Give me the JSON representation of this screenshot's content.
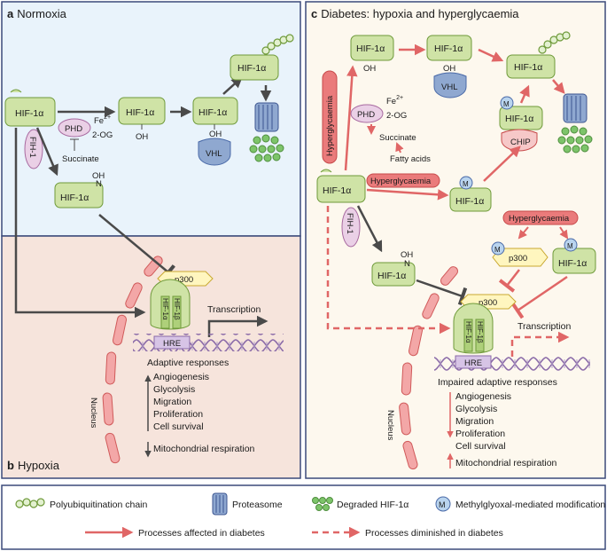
{
  "panels": {
    "a": {
      "letter": "a",
      "title": "Normoxia"
    },
    "b": {
      "letter": "b",
      "title": "Hypoxia"
    },
    "c": {
      "letter": "c",
      "title": "Diabetes: hypoxia and hyperglycaemia"
    }
  },
  "labels": {
    "hif1a": "HIF-1α",
    "hif1b": "HIF-1β",
    "oh": "OH",
    "n": "N",
    "phd": "PHD",
    "fe": "Fe",
    "fe_sup": "2+",
    "og": "2-OG",
    "succinate": "Succinate",
    "vhl": "VHL",
    "fih": "FIH-1",
    "p300": "p300",
    "hre": "HRE",
    "transcription": "Transcription",
    "nucleus": "Nucleus",
    "fatty_acids": "Fatty acids",
    "chip": "CHIP",
    "hyperglycaemia": "Hyperglycaemia",
    "m": "M"
  },
  "responses_b": {
    "header": "Adaptive responses",
    "items": [
      "Angiogenesis",
      "Glycolysis",
      "Migration",
      "Proliferation",
      "Cell survival"
    ],
    "footer": "Mitochondrial respiration"
  },
  "responses_c": {
    "header": "Impaired adaptive responses",
    "items": [
      "Angiogenesis",
      "Glycolysis",
      "Migration",
      "Proliferation",
      "Cell survival"
    ],
    "footer": "Mitochondrial respiration"
  },
  "legend": {
    "polyub": "Polyubiquitination chain",
    "proteasome": "Proteasome",
    "degraded": "Degraded HIF-1α",
    "methyl": "Methylglyoxal-mediated modification",
    "affected": "Processes affected in diabetes",
    "diminished": "Processes diminished in diabetes"
  },
  "colors": {
    "normoxia_bg": "#e9f3fb",
    "hypoxia_bg": "#f6e4dc",
    "diabetes_bg": "#fdf8ee",
    "hif_green": "#cfe3a6",
    "diabetes_red": "#e06666",
    "arrow_gray": "#4a4a4a",
    "panel_border": "#3b4a7a"
  }
}
